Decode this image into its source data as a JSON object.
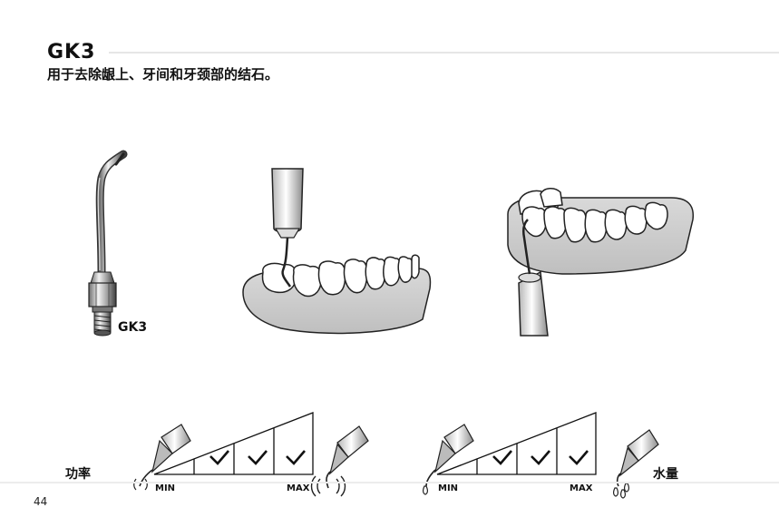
{
  "header": {
    "title": "GK3",
    "subtitle": "用于去除龈上、牙间和牙颈部的结石。"
  },
  "tip_label": "GK3",
  "power_scale": {
    "label": "功率",
    "min_label": "MIN",
    "max_label": "MAX",
    "check_count": 3
  },
  "water_scale": {
    "label": "水量",
    "min_label": "MIN",
    "max_label": "MAX",
    "check_count": 3
  },
  "footer": {
    "page_number": "44"
  }
}
